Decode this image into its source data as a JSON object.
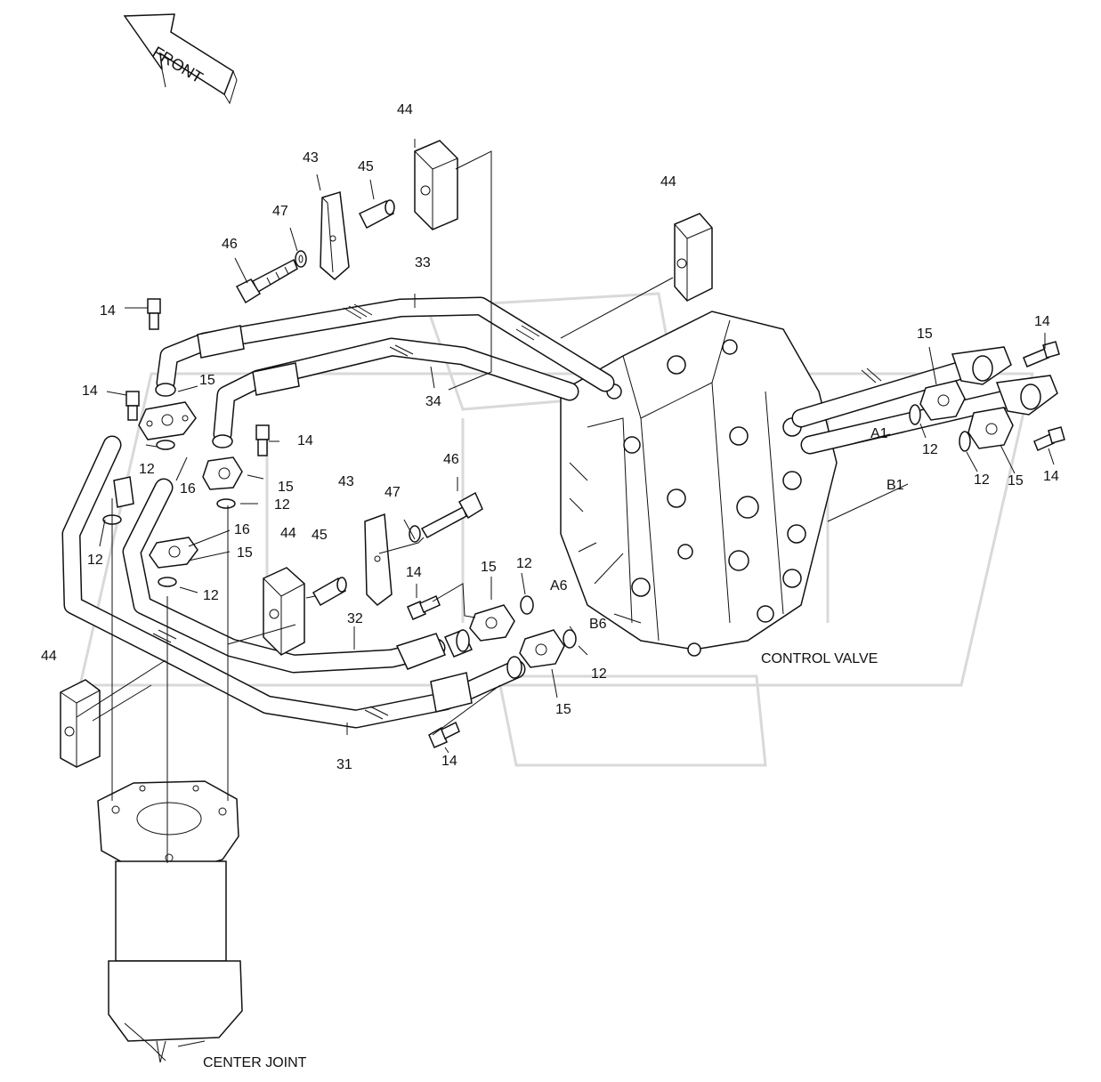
{
  "labels": {
    "front": "FRONT",
    "control_valve": "CONTROL VALVE",
    "center_joint": "CENTER JOINT",
    "p44_top": "44",
    "p44_right": "44",
    "p44_mid": "44",
    "p44_left": "44",
    "p43_top": "43",
    "p43_mid": "43",
    "p45_top": "45",
    "p45_mid": "45",
    "p46_top": "46",
    "p46_mid": "46",
    "p47_top": "47",
    "p47_mid": "47",
    "p33": "33",
    "p34": "34",
    "p32": "32",
    "p31": "31",
    "p14_a": "14",
    "p14_b": "14",
    "p14_c": "14",
    "p14_d": "14",
    "p14_e": "14",
    "p14_f": "14",
    "p14_g": "14",
    "p15_a": "15",
    "p15_b": "15",
    "p15_c": "15",
    "p15_d": "15",
    "p15_e": "15",
    "p15_f": "15",
    "p15_g": "15",
    "p12_a": "12",
    "p12_b": "12",
    "p12_c": "12",
    "p12_d": "12",
    "p12_e": "12",
    "p12_f": "12",
    "p12_g": "12",
    "p12_h": "12",
    "p16_a": "16",
    "p16_b": "16",
    "port_a1": "A1",
    "port_b1": "B1",
    "port_a6": "A6",
    "port_b6": "B6"
  }
}
